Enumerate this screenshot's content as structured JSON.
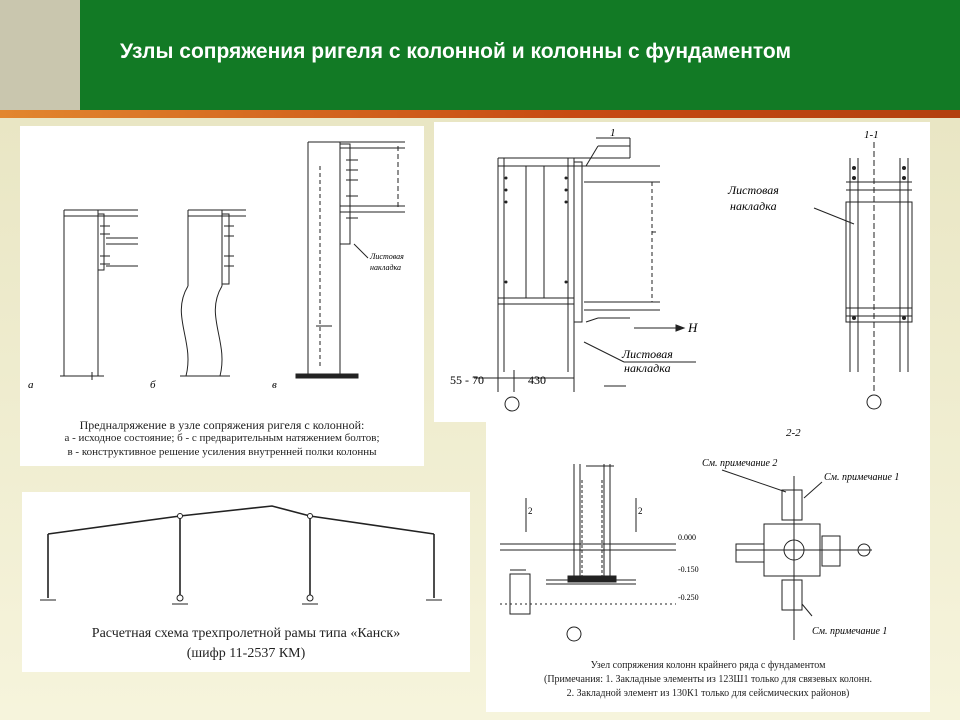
{
  "slide": {
    "title": "Узлы сопряжения ригеля с колонной и колонны с фундаментом",
    "colors": {
      "header_green": "#127a25",
      "accent_orange": "#d2601e",
      "background": "#f3f2dc"
    }
  },
  "fig1": {
    "caption_line1": "Предналряжение в узле сопряжения ригеля с колонной:",
    "caption_line2": "а - исходное состояние; б - с предварительным натяжением болтов;",
    "caption_line3": "в - конструктивное решение усиления внутренней полки колонны",
    "label_a": "а",
    "label_b": "б",
    "label_v": "в",
    "plate_label_1": "Листовая",
    "plate_label_2": "накладка"
  },
  "fig2": {
    "caption_line1": "Расчетная схема трехпролетной рамы типа «Канск»",
    "caption_line2": "(шифр 11-2537 КМ)"
  },
  "fig3": {
    "section_mark": "1",
    "section_label": "1-1",
    "plate_label_1": "Листовая",
    "plate_label_2": "накладка",
    "force_label": "Н",
    "dim_left": "55 - 70",
    "dim_right": "430"
  },
  "fig4": {
    "section_label": "2-2",
    "mark": "2",
    "level_1": "0.000",
    "level_2": "-0.150",
    "level_3": "-0.250",
    "note_1": "См. примечание 2",
    "note_2": "См. примечание 1",
    "note_3": "См. примечание 1",
    "caption_line1": "Узел сопряжения колонн крайнего ряда с фундаментом",
    "caption_line2": "(Примечания: 1. Закладные элементы из 123Ш1 только для связевых колонн.",
    "caption_line3": "2. Закладной элемент из 130К1 только для сейсмических районов)"
  }
}
